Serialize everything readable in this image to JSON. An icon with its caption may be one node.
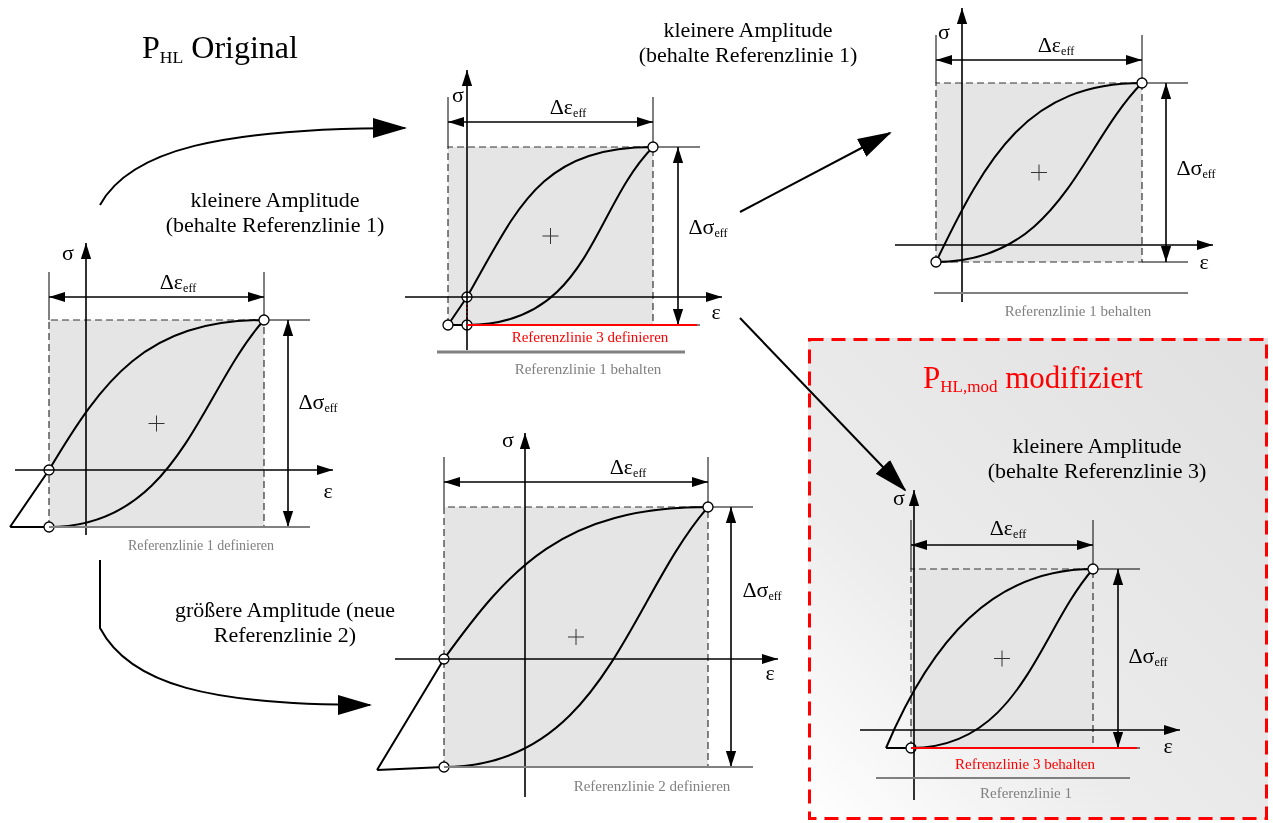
{
  "diagram": {
    "nodes": [
      {
        "text": [
          "σ",
          "Δε$_{eff}$",
          "Δσ$_{eff}$",
          "ε",
          "Referenzlinie 1 definieren"
        ]
      },
      {
        "text": [
          "σ",
          "Δε$_{eff}$",
          "Δσ$_{eff}$",
          "ε",
          "Referenzlinie 3 definieren",
          "Referenzlinie 1 behalten"
        ]
      },
      {
        "text": [
          "σ",
          "Δε$_{eff}$",
          "Δσ$_{eff}$",
          "ε",
          "Referenzlinie 2 definieren"
        ]
      },
      {
        "text": [
          "σ",
          "Δε$_{eff}$",
          "Δσ$_{eff}$",
          "ε",
          "Referenzlinie 1 behalten"
        ]
      },
      {
        "text": [
          "P$_{HL,mod}$ modifiziert",
          "kleinere Amplitude (behalte Referenzlinie 3)"
        ]
      },
      {
        "text": [
          "σ",
          "Δε$_{eff}$",
          "Δσ$_{eff}$",
          "ε",
          "Refrenzlinie 3 behalten",
          "Referenzlinie 1"
        ],
        "in": 4
      }
    ],
    "edges": [
      {
        "from": 0,
        "to": 1,
        "arrow": "to",
        "label": "kleinere Amplitude (behalte Referenzlinie 1)"
      },
      {
        "from": 0,
        "to": 2,
        "arrow": "to",
        "label": "größere Amplitude (neue Referenzlinie 2)"
      },
      {
        "from": 1,
        "to": 3,
        "arrow": "to",
        "label": "kleinere Amplitude (behalte Referenzlinie 1)"
      },
      {
        "from": 1,
        "to": 5,
        "arrow": "to"
      }
    ],
    "labels": [
      "P$_{HL}$ Original"
    ]
  }
}
